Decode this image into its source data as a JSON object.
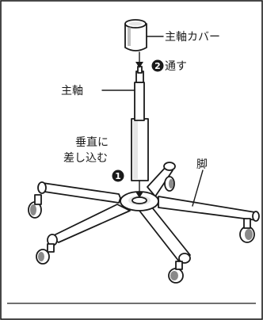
{
  "labels": {
    "spindle_cover": "主軸カバー",
    "pass_through": "通す",
    "spindle": "主軸",
    "insert_line1": "垂直に",
    "insert_line2": "差し込む",
    "leg": "脚"
  },
  "steps": {
    "step1": "1",
    "step2": "2"
  }
}
